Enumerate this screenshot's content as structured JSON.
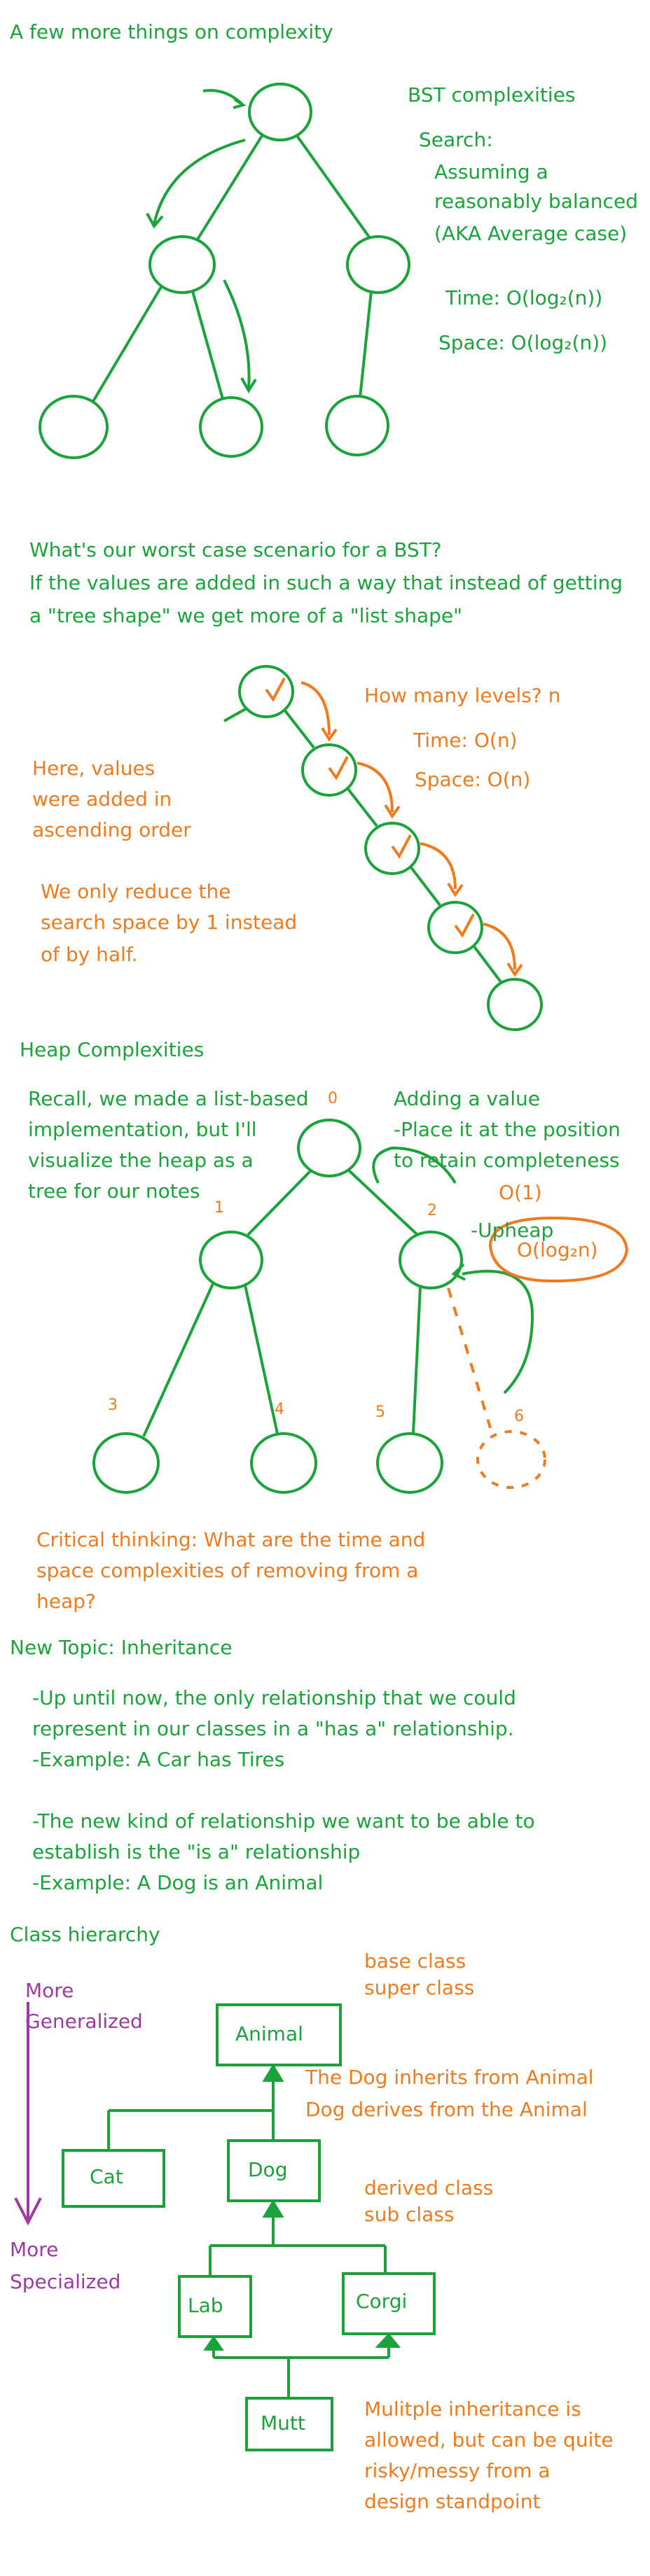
{
  "title": "A few more things on complexity",
  "bst": {
    "heading": "BST complexities",
    "search": "Search:",
    "assume1": "Assuming a",
    "assume2": "reasonably balanced",
    "assume3": "(AKA Average case)",
    "time": "Time:  O(log₂(n))",
    "space": "Space:  O(log₂(n))"
  },
  "worst": {
    "q": "What's our worst case scenario for a BST?",
    "a1": "If the values are added in such a way that instead of getting",
    "a2": "a \"tree shape\" we get more of a \"list shape\"",
    "levels": "How many levels?   n",
    "time": "Time: O(n)",
    "space": "Space: O(n)",
    "here1": "Here, values",
    "here2": "were added in",
    "here3": "ascending order",
    "reduce1": "We only reduce the",
    "reduce2": "search space by 1 instead",
    "reduce3": "of by half."
  },
  "heap": {
    "heading": "Heap Complexities",
    "recall1": "Recall, we made a list-based",
    "recall2": "implementation, but I'll",
    "recall3": "visualize the heap as a",
    "recall4": "tree for our notes",
    "add1": "Adding a value",
    "add2": "-Place it at the position",
    "add3": "to retain completeness",
    "o1": "O(1)",
    "upheap": "-Upheap",
    "ologn": "O(log₂n)",
    "idx": [
      "0",
      "1",
      "2",
      "3",
      "4",
      "5",
      "6"
    ],
    "critical1": "Critical thinking: What are the time and",
    "critical2": "space complexities of removing from a",
    "critical3": "heap?"
  },
  "inheritance": {
    "heading": "New Topic: Inheritance",
    "l1": "-Up until now, the only relationship that we could",
    "l2": "represent in our classes in a \"has a\" relationship.",
    "l3": "-Example:  A Car has Tires",
    "l4": "-The new kind of relationship we want to be able to",
    "l5": "establish is the \"is a\" relationship",
    "l6": "-Example: A Dog is an Animal"
  },
  "hierarchy": {
    "heading": "Class hierarchy",
    "more1": "More",
    "generalized": "Generalized",
    "more2": "More",
    "specialized": "Specialized",
    "base1": "base class",
    "base2": "super class",
    "inherits": "The Dog inherits from Animal",
    "derives": "Dog derives from the Animal",
    "derived1": "derived class",
    "derived2": "sub class",
    "multi1": "Mulitple inheritance is",
    "multi2": "allowed, but can be quite",
    "multi3": "risky/messy from a",
    "multi4": "design standpoint",
    "classes": {
      "animal": "Animal",
      "cat": "Cat",
      "dog": "Dog",
      "lab": "Lab",
      "corgi": "Corgi",
      "mutt": "Mutt"
    }
  },
  "colors": {
    "green": "#1aa33a",
    "orange": "#f07a1e",
    "purple": "#9b3aa3"
  }
}
